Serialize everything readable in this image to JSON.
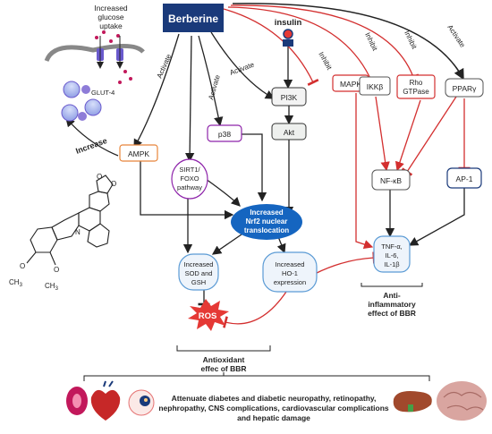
{
  "header": {
    "berberine": "Berberine"
  },
  "top_left": {
    "glucose": [
      "Increased",
      "glucose",
      "uptake"
    ],
    "glut4": "GLUT-4",
    "increase": "Increase"
  },
  "arrow_labels": {
    "activate_ampk": "Activate",
    "activate_p38": "Activate",
    "activate_pi3k": "Activate",
    "inhibit_mapk": "Inhibit",
    "inhibit_ikkb": "Inhibit",
    "inhibit_rho": "Inhibit",
    "activate_ppar": "Activate"
  },
  "nodes": {
    "insulin": "insulin",
    "pi3k": "PI3K",
    "akt": "Akt",
    "ampk": "AMPK",
    "p38": "p38",
    "mapk": "MAPK",
    "ikkb": "IKKβ",
    "rho": [
      "Rho",
      "GTPase"
    ],
    "ppar": "PPARγ",
    "sirt1": [
      "SIRT1/",
      "FOXO",
      "pathway"
    ],
    "nrf2": [
      "Increased",
      "Nrf2 nuclear",
      "translocation"
    ],
    "nfkb": "NF-κB",
    "ap1": "AP-1",
    "sod": [
      "Increased",
      "SOD and",
      "GSH"
    ],
    "ho1": [
      "Increased",
      "HO-1",
      "expression"
    ],
    "tnf": [
      "TNF-α,",
      "IL-6,",
      "IL-1β"
    ],
    "ros": "ROS"
  },
  "labels": {
    "antiinflam": [
      "Anti-",
      "inflammatory",
      "effect of BBR"
    ],
    "antiox": [
      "Antioxidant",
      "effec of BBR"
    ],
    "bottom": [
      "Attenuate diabetes and diabetic neuropathy, retinopathy,",
      "nephropathy, CNS complications, cardiovascular complications",
      "and hepatic damage"
    ]
  },
  "molecule": {
    "substituent_1": "O",
    "substituent_2": "O",
    "methyl_1": "CH",
    "methyl_2": "CH",
    "methyl_sub": "3",
    "nitrogen": "N"
  },
  "colors": {
    "berberine_bg": "#1a3a7a",
    "nrf2_bg": "#1565c0",
    "inhibit_line": "#d32f2f",
    "ros": "#e53935"
  }
}
